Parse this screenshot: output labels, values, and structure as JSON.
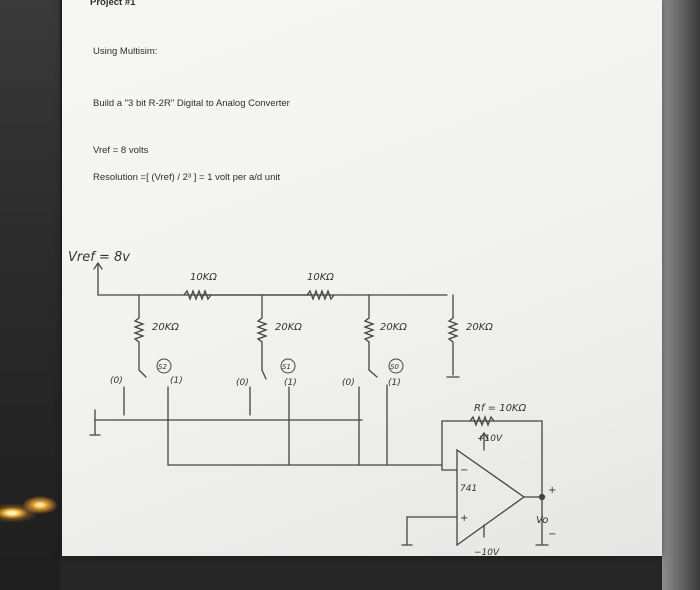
{
  "document": {
    "project_title": "Project #1",
    "instruction": "Using Multisim:",
    "task": "Build a \"3 bit R-2R\"   Digital to Analog Converter",
    "vref_line": "Vref = 8 volts",
    "resolution_line": "Resolution =[ (Vref) / 2³ ] =  1 volt per a/d unit"
  },
  "sketch": {
    "vref_label": "Vref = 8v",
    "series_resistors": [
      "10KΩ",
      "10KΩ"
    ],
    "shunt_resistors": [
      "20KΩ",
      "20KΩ",
      "20KΩ",
      "20KΩ"
    ],
    "bit_tags": [
      "S2",
      "S1",
      "S0"
    ],
    "switch_zero_labels": [
      "(0)",
      "(0)",
      "(0)"
    ],
    "switch_one_labels": [
      "(1)",
      "(1)",
      "(1)"
    ],
    "feedback_label": "Rf = 10KΩ",
    "opamp_label": "741",
    "opamp_minus": "−",
    "opamp_plus": "+",
    "supply_pos": "+10V",
    "supply_neg": "−10V",
    "output_label": "Vo",
    "output_plus": "+",
    "output_minus": "−"
  }
}
